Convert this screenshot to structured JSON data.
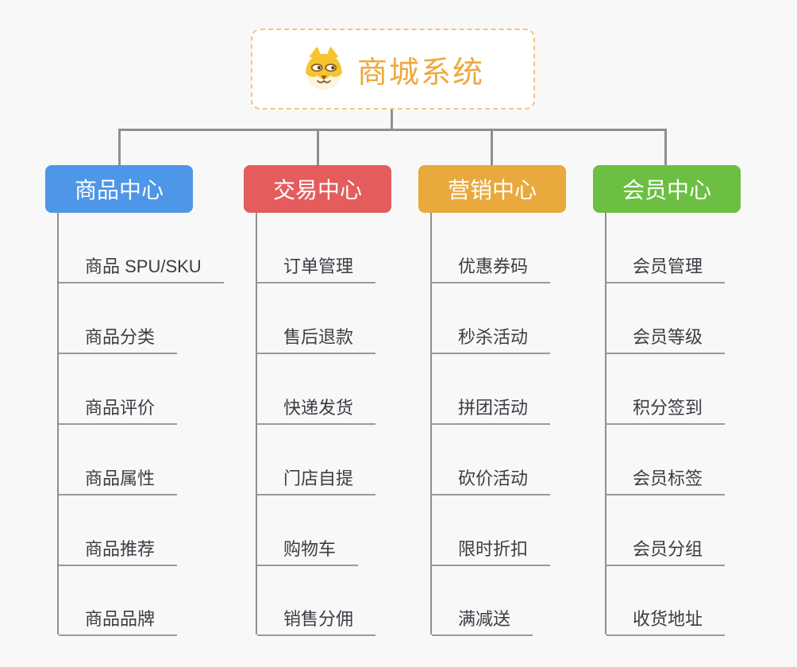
{
  "root": {
    "title": "商城系统",
    "icon": "dog-face-icon",
    "title_color": "#efa83e",
    "border_color": "#f3c682"
  },
  "connector_color": "#8f8f8f",
  "branches": [
    {
      "label": "商品中心",
      "color": "#4d96e8",
      "items": [
        "商品 SPU/SKU",
        "商品分类",
        "商品评价",
        "商品属性",
        "商品推荐",
        "商品品牌"
      ]
    },
    {
      "label": "交易中心",
      "color": "#e45c5c",
      "items": [
        "订单管理",
        "售后退款",
        "快递发货",
        "门店自提",
        "购物车",
        "销售分佣"
      ]
    },
    {
      "label": "营销中心",
      "color": "#e9a93d",
      "items": [
        "优惠券码",
        "秒杀活动",
        "拼团活动",
        "砍价活动",
        "限时折扣",
        "满减送"
      ]
    },
    {
      "label": "会员中心",
      "color": "#6cbf42",
      "items": [
        "会员管理",
        "会员等级",
        "积分签到",
        "会员标签",
        "会员分组",
        "收货地址"
      ]
    }
  ]
}
